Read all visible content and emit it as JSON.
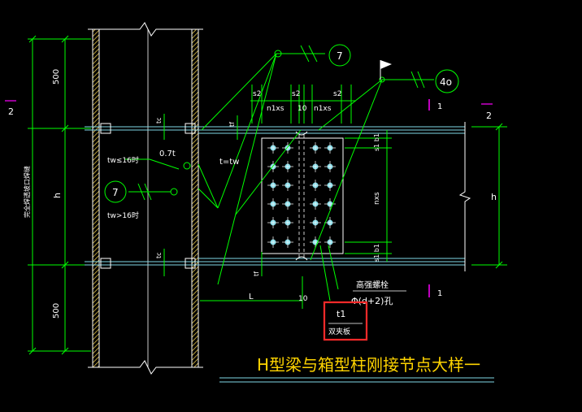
{
  "colors": {
    "background": "#000000",
    "line_green": "#00ff00",
    "line_cyan": "#7fd9e6",
    "line_white": "#ffffff",
    "accent_magenta": "#ff00ff",
    "column_yellow": "#e6c850",
    "title_yellow": "#ffd400",
    "highlight_red": "#ff2a2a"
  },
  "title": "H型梁与箱型柱刚接节点大样一",
  "callouts": {
    "weld_ref_top": "7",
    "weld_ref_left": "7",
    "flag_ref": "4o"
  },
  "section_marks": {
    "left": "2",
    "right": "2",
    "cut_top": "1",
    "cut_bottom": "1"
  },
  "dimensions": {
    "top_500": "500",
    "bottom_500": "500",
    "left_h": "h",
    "right_h": "h",
    "s2_a": "s2",
    "s2_b": "s2",
    "s2_c": "s2",
    "n1xs_a": "n1xs",
    "n1xs_b": "n1xs",
    "gap_10_top": "10",
    "gap_10_bottom": "10",
    "tc_top": "tc",
    "tc_bottom": "tc",
    "tf_top": "tf",
    "tf_bottom": "tf",
    "s1_b1_top": "s1  b1",
    "s1_b1_bottom": "s1  b1",
    "nxs": "nxs",
    "length_L": "L"
  },
  "labels": {
    "weld_07t": "0.7t",
    "tw_le16": "tw≤16时",
    "tw_gt16": "tw>16时",
    "t_eq_tw": "t=tw",
    "left_vertical_note": "完全焊透坡口焊缝",
    "bolt_label": "高强螺栓",
    "hole_label": "Φ(d+2)孔",
    "plate_t1": "t1",
    "plate_label": "双夹板"
  }
}
